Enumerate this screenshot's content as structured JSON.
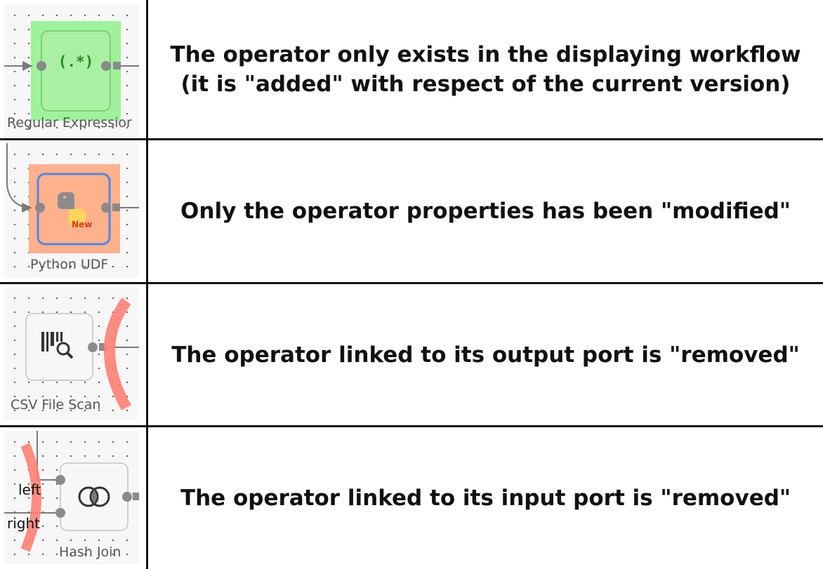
{
  "rows": [
    {
      "operator_label": "Regular Expressior",
      "icon_text": "(.*)",
      "state": "added",
      "highlight_color": "#9ff29a",
      "description": "The operator only exists in the displaying workflow (it is \"added\" with respect of the current version)"
    },
    {
      "operator_label": "Python UDF",
      "badge": "New",
      "state": "modified",
      "highlight_color": "#ffb18c",
      "description": "Only the operator properties has been \"modified\""
    },
    {
      "operator_label": "CSV File Scan",
      "state": "output-linked-removed",
      "highlight_color": "#ff7f72",
      "description": "The operator linked to its output port is \"removed\""
    },
    {
      "operator_label": "Hash Join",
      "port_left": "left",
      "port_right": "right",
      "state": "input-linked-removed",
      "highlight_color": "#ff7f72",
      "description": "The operator linked to its input port is \"removed\""
    }
  ]
}
